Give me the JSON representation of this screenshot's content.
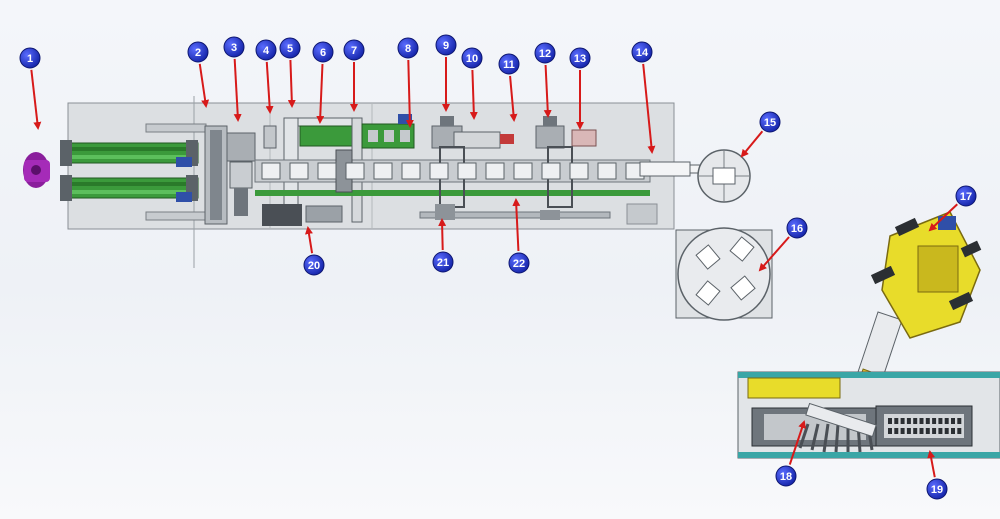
{
  "callouts": [
    {
      "id": 1,
      "label": "1"
    },
    {
      "id": 2,
      "label": "2"
    },
    {
      "id": 3,
      "label": "3"
    },
    {
      "id": 4,
      "label": "4"
    },
    {
      "id": 5,
      "label": "5"
    },
    {
      "id": 6,
      "label": "6"
    },
    {
      "id": 7,
      "label": "7"
    },
    {
      "id": 8,
      "label": "8"
    },
    {
      "id": 9,
      "label": "9"
    },
    {
      "id": 10,
      "label": "10"
    },
    {
      "id": 11,
      "label": "11"
    },
    {
      "id": 12,
      "label": "12"
    },
    {
      "id": 13,
      "label": "13"
    },
    {
      "id": 14,
      "label": "14"
    },
    {
      "id": 15,
      "label": "15"
    },
    {
      "id": 16,
      "label": "16"
    },
    {
      "id": 17,
      "label": "17"
    },
    {
      "id": 18,
      "label": "18"
    },
    {
      "id": 19,
      "label": "19"
    },
    {
      "id": 20,
      "label": "20"
    },
    {
      "id": 21,
      "label": "21"
    },
    {
      "id": 22,
      "label": "22"
    }
  ],
  "colors": {
    "callout_fill": "#1c2fc9",
    "arrow": "#d71a1a",
    "frame_green": "#3b9a3b",
    "robot_yellow": "#e8dc2a",
    "part_purple": "#8a1e9c",
    "steel": "#9aa1a9",
    "plate": "#d9dcdf"
  }
}
